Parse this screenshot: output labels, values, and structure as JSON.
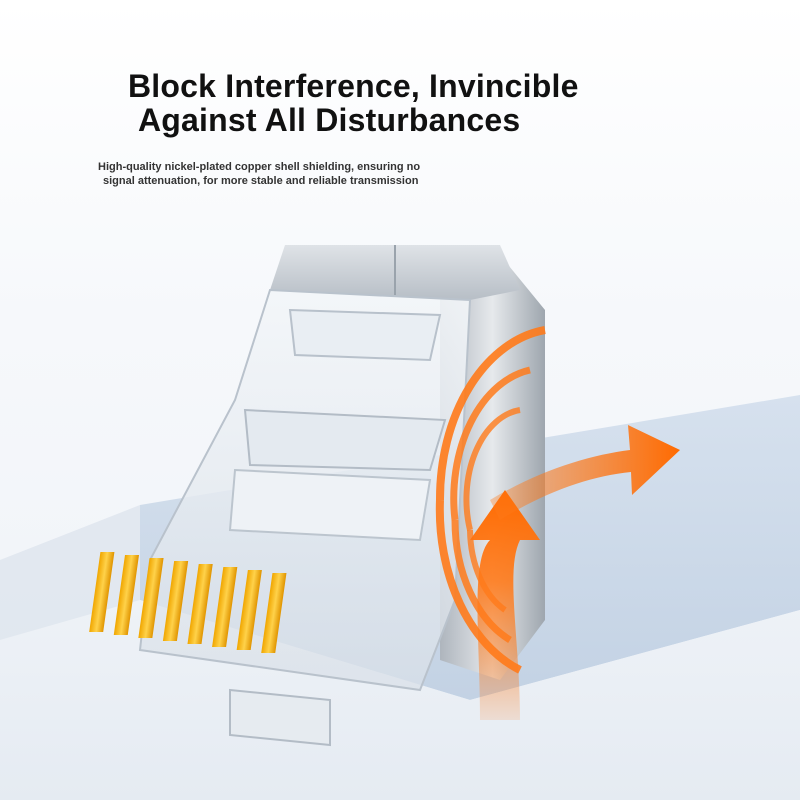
{
  "headline": {
    "line1": "Block Interference, Invincible",
    "line2": "Against All Disturbances"
  },
  "subtext": {
    "line1": "High-quality nickel-plated copper shell shielding, ensuring no",
    "line2": "signal attenuation, for more stable and reliable transmission"
  },
  "colors": {
    "accent_orange": "#ff7a1a",
    "contact_gold": "#f4b400",
    "platform_blue": "#b9c9dd",
    "shell_silver": "#c9ced4"
  },
  "icons": [
    "interference-arrow-icon",
    "shield-ring-icon"
  ]
}
